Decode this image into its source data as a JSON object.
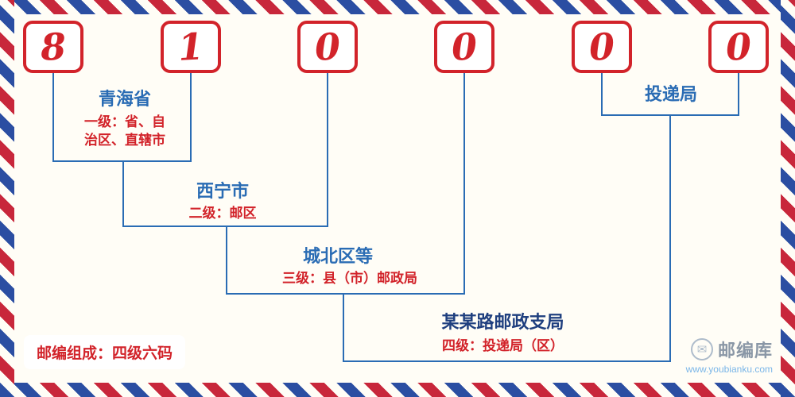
{
  "postal": {
    "digits": [
      "8",
      "1",
      "0",
      "0",
      "0",
      "0"
    ]
  },
  "labels": {
    "province": {
      "name": "青海省",
      "desc_line1": "一级：省、自",
      "desc_line2": "治区、直辖市"
    },
    "city": {
      "name": "西宁市",
      "desc": "二级：邮区"
    },
    "district": {
      "name": "城北区等",
      "desc": "三级：县（市）邮政局"
    },
    "branch": {
      "name": "某某路邮政支局",
      "desc": "四级：投递局（区）"
    },
    "delivery": {
      "name": "投递局"
    }
  },
  "footer": {
    "composition": "邮编组成：四级六码"
  },
  "logo": {
    "name": "邮编库",
    "url": "www.youbianku.com",
    "icon": "✉"
  },
  "colors": {
    "digit_red": "#d2232a",
    "desc_red": "#d2232a",
    "label_blue": "#2a6cb4",
    "branch_navy": "#1f3f7f",
    "line_blue": "#2a6cb4",
    "stripe_red": "#c8273b",
    "stripe_blue": "#2b4ea2",
    "background": "#fffdf6"
  }
}
